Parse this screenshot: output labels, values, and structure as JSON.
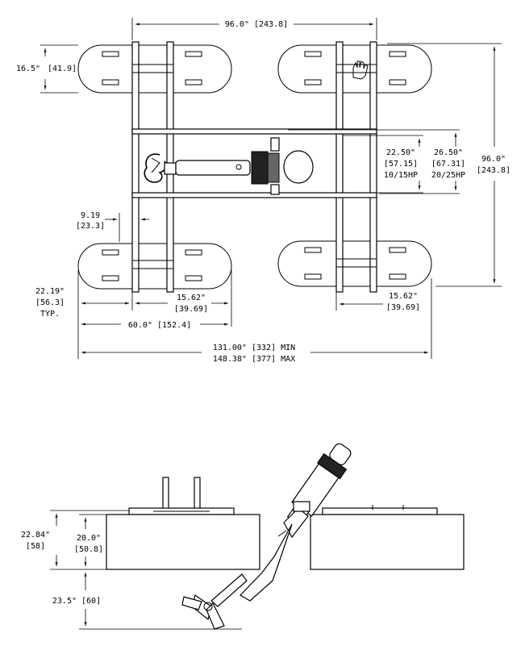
{
  "plan_view": {
    "width_top": "96.0\" [243.8]",
    "float_height_l1": "16.5\"",
    "float_height_l2": "[41.9]",
    "height_right_l1": "96.0\"",
    "height_right_l2": "[243.8]",
    "drive_small_l1": "22.50\"",
    "drive_small_l2": "[57.15]",
    "drive_small_l3": "10/15HP",
    "drive_large_l1": "26.50\"",
    "drive_large_l2": "[67.31]",
    "drive_large_l3": "20/25HP",
    "offset_l1": "9.19",
    "offset_l2": "[23.3]",
    "float_typ_l1": "22.19\"",
    "float_typ_l2": "[56.3]",
    "float_typ_l3": "TYP.",
    "rail_left_l1": "15.62\"",
    "rail_left_l2": "[39.69]",
    "rail_right_l1": "15.62\"",
    "rail_right_l2": "[39.69]",
    "span_60": "60.0\" [152.4]",
    "overall_min": "131.00\" [332] MIN",
    "overall_max": "148.38\" [377] MAX"
  },
  "side_view": {
    "total_height_l1": "22.84\"",
    "total_height_l2": "[58]",
    "float_height_l1": "20.0\"",
    "float_height_l2": "[50.8]",
    "draft": "23.5\" [60]"
  }
}
